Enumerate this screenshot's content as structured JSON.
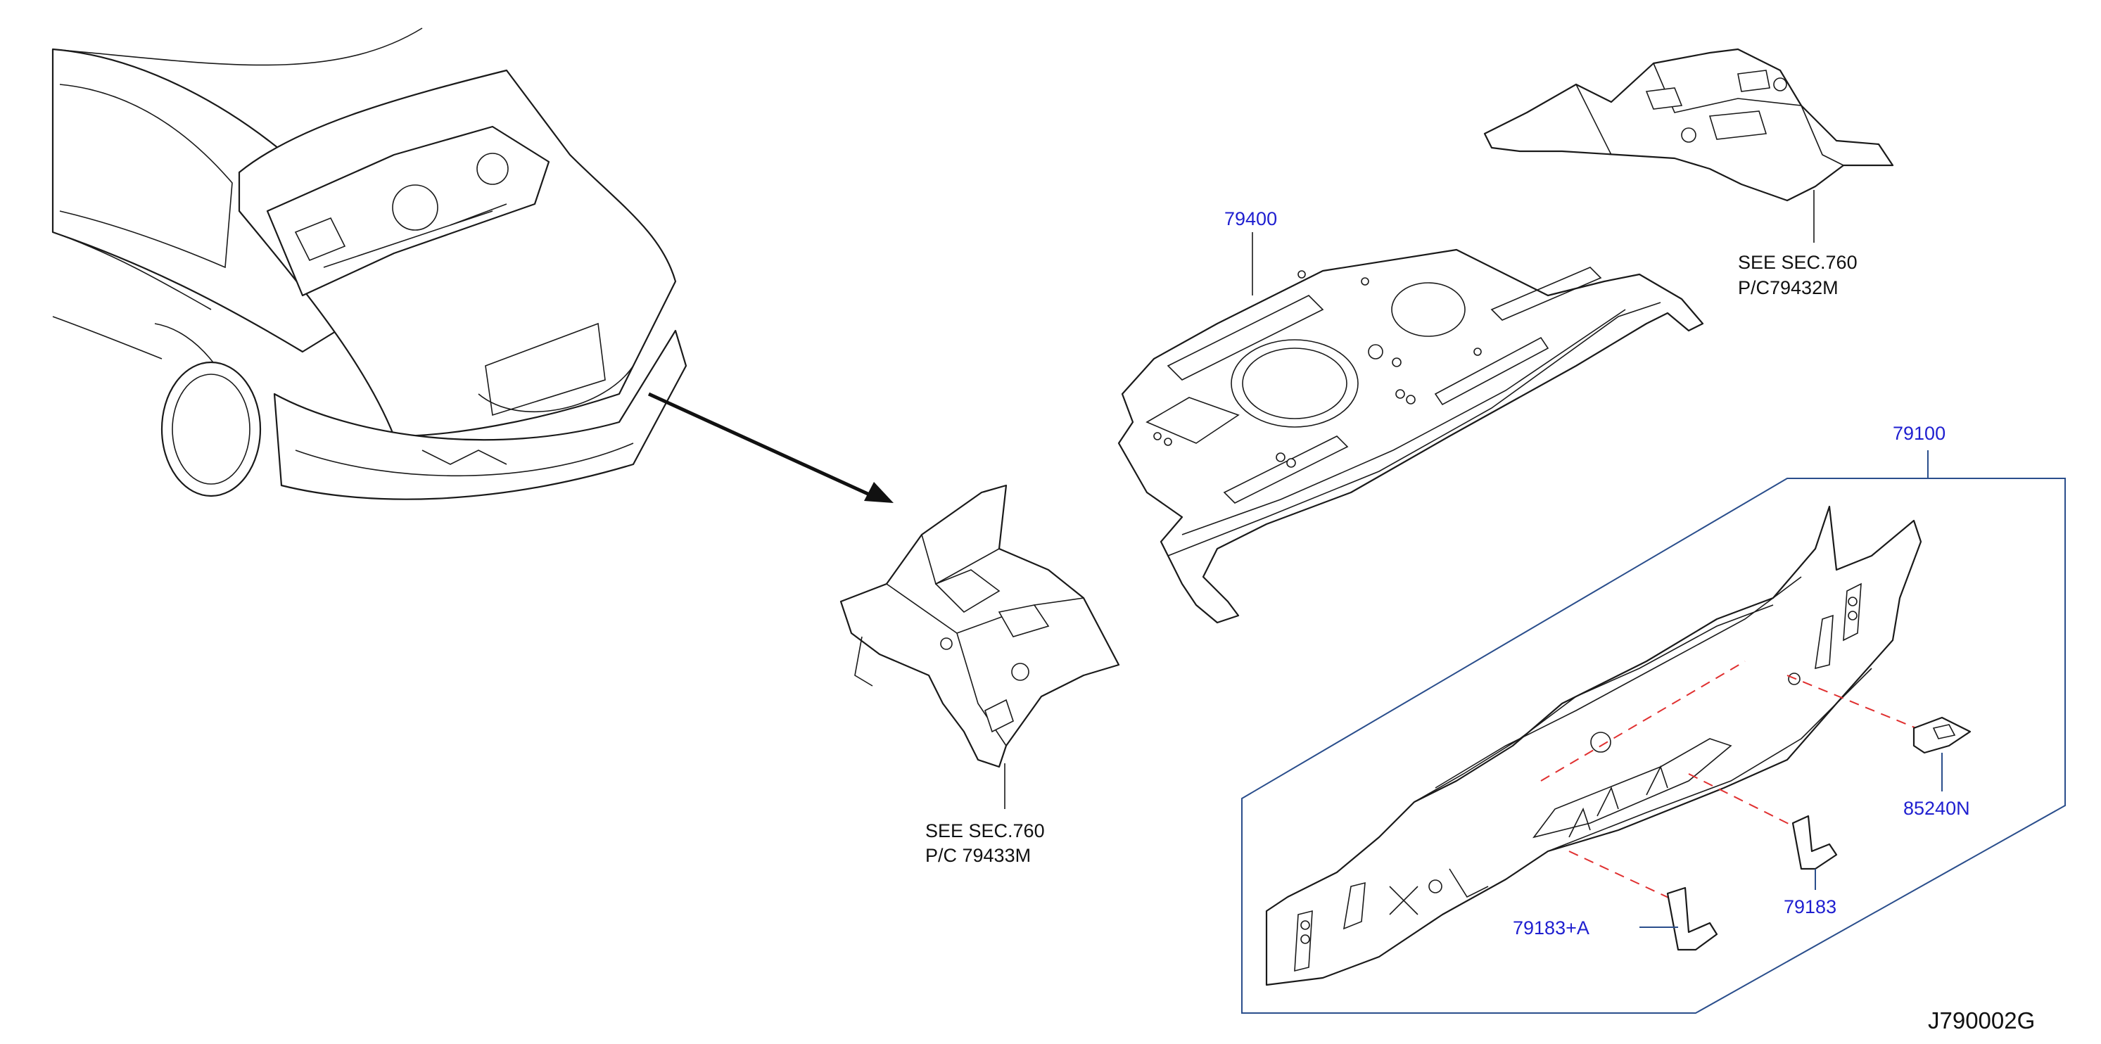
{
  "diagram_code": "J790002G",
  "parts": {
    "p79400": "79400",
    "p79100": "79100",
    "p85240N": "85240N",
    "p79183": "79183",
    "p79183A": "79183+A"
  },
  "references": {
    "upper": {
      "line1": "SEE   SEC.760",
      "line2": "P/C79432M"
    },
    "lower": {
      "line1": "SEE   SEC.760",
      "line2": "P/C   79433M"
    }
  },
  "colors": {
    "callout_text": "#1f1fd0",
    "leader_line": "#2a4e8c",
    "alignment_dash": "#e03030"
  }
}
